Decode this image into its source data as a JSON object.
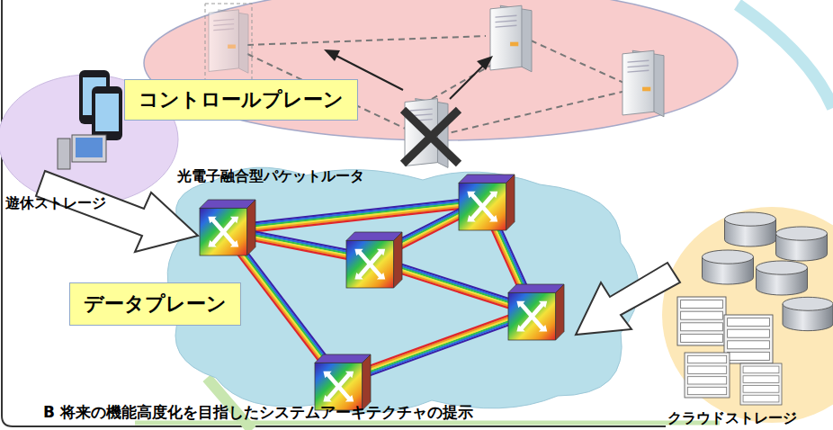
{
  "diagram": {
    "caption": "B 将来の機能高度化を目指したシステムアーキテクチャの提示",
    "nodes": [
      {
        "text": [
          "コントロールプレーン"
        ]
      },
      {
        "text": [
          "データプレーン"
        ]
      }
    ],
    "labels": [
      "光電子融合型パケットルータ",
      "遊休ストレージ",
      "クラウドストレージ"
    ]
  }
}
